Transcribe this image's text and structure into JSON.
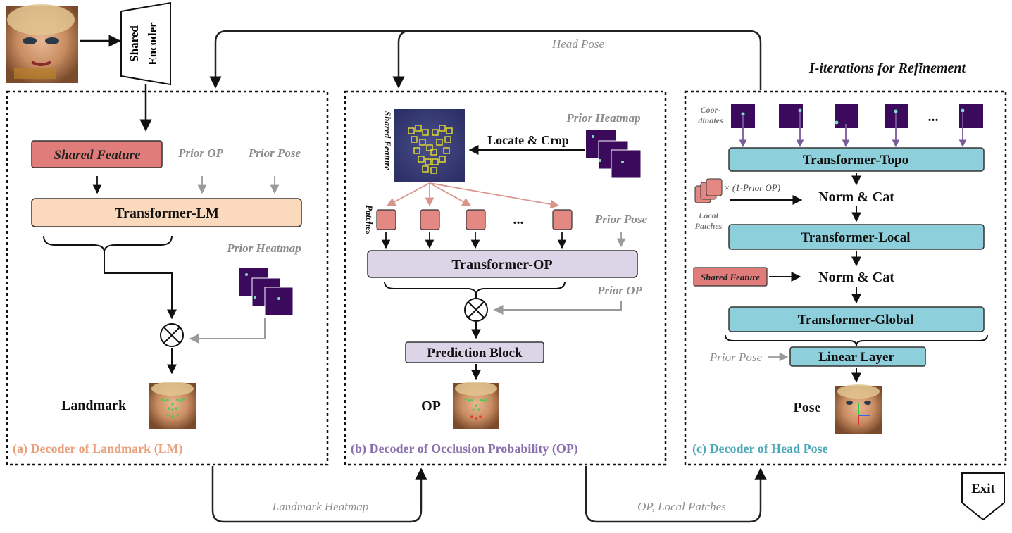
{
  "encoder": {
    "label_line1": "Shared",
    "label_line2": "Encoder"
  },
  "loop": {
    "head_pose": "Head Pose",
    "landmark_heatmap": "Landmark Heatmap",
    "op_local_patches": "OP, Local Patches"
  },
  "refine_title": "I-iterations for Refinement",
  "exit_label": "Exit",
  "panel_a": {
    "title": "(a) Decoder of Landmark (LM)",
    "title_color": "#e8a07c",
    "shared_feature": "Shared Feature",
    "prior_op": "Prior OP",
    "prior_pose": "Prior Pose",
    "transformer": "Transformer-LM",
    "prior_heatmap": "Prior Heatmap",
    "output_label": "Landmark"
  },
  "panel_b": {
    "title": "(b) Decoder of Occlusion Probability (OP)",
    "title_color": "#8a6fae",
    "shared_feature_side": "Shared Feature",
    "prior_heatmap": "Prior Heatmap",
    "locate_crop": "Locate & Crop",
    "patches": "Patches",
    "ellipsis": "...",
    "prior_pose": "Prior Pose",
    "transformer": "Transformer-OP",
    "prior_op": "Prior OP",
    "prediction_block": "Prediction Block",
    "output_label": "OP"
  },
  "panel_c": {
    "title": "(c) Decoder of Head Pose",
    "title_color": "#4aa8b8",
    "coordinates_line1": "Coor-",
    "coordinates_line2": "dinates",
    "ellipsis": "...",
    "transformer_topo": "Transformer-Topo",
    "prior_op_factor": "× (1-Prior OP)",
    "local_patches_line1": "Local",
    "local_patches_line2": "Patches",
    "norm_cat_1": "Norm & Cat",
    "transformer_local": "Transformer-Local",
    "shared_feature": "Shared Feature",
    "norm_cat_2": "Norm & Cat",
    "transformer_global": "Transformer-Global",
    "prior_pose": "Prior Pose",
    "linear_layer": "Linear Layer",
    "output_label": "Pose"
  },
  "colors": {
    "shared_feature_fill": "#e07d7a",
    "transformer_lm_fill": "#fbd9bd",
    "transformer_op_fill": "#dcd5e8",
    "transformer_c_fill": "#8dcfdb",
    "heatmap_fill": "#3b0a5c",
    "patch_fill": "#e48884",
    "prior_gray": "#8c8c8c",
    "arrow_pink": "#d9958c",
    "arrow_purple": "#7a5a9a"
  }
}
